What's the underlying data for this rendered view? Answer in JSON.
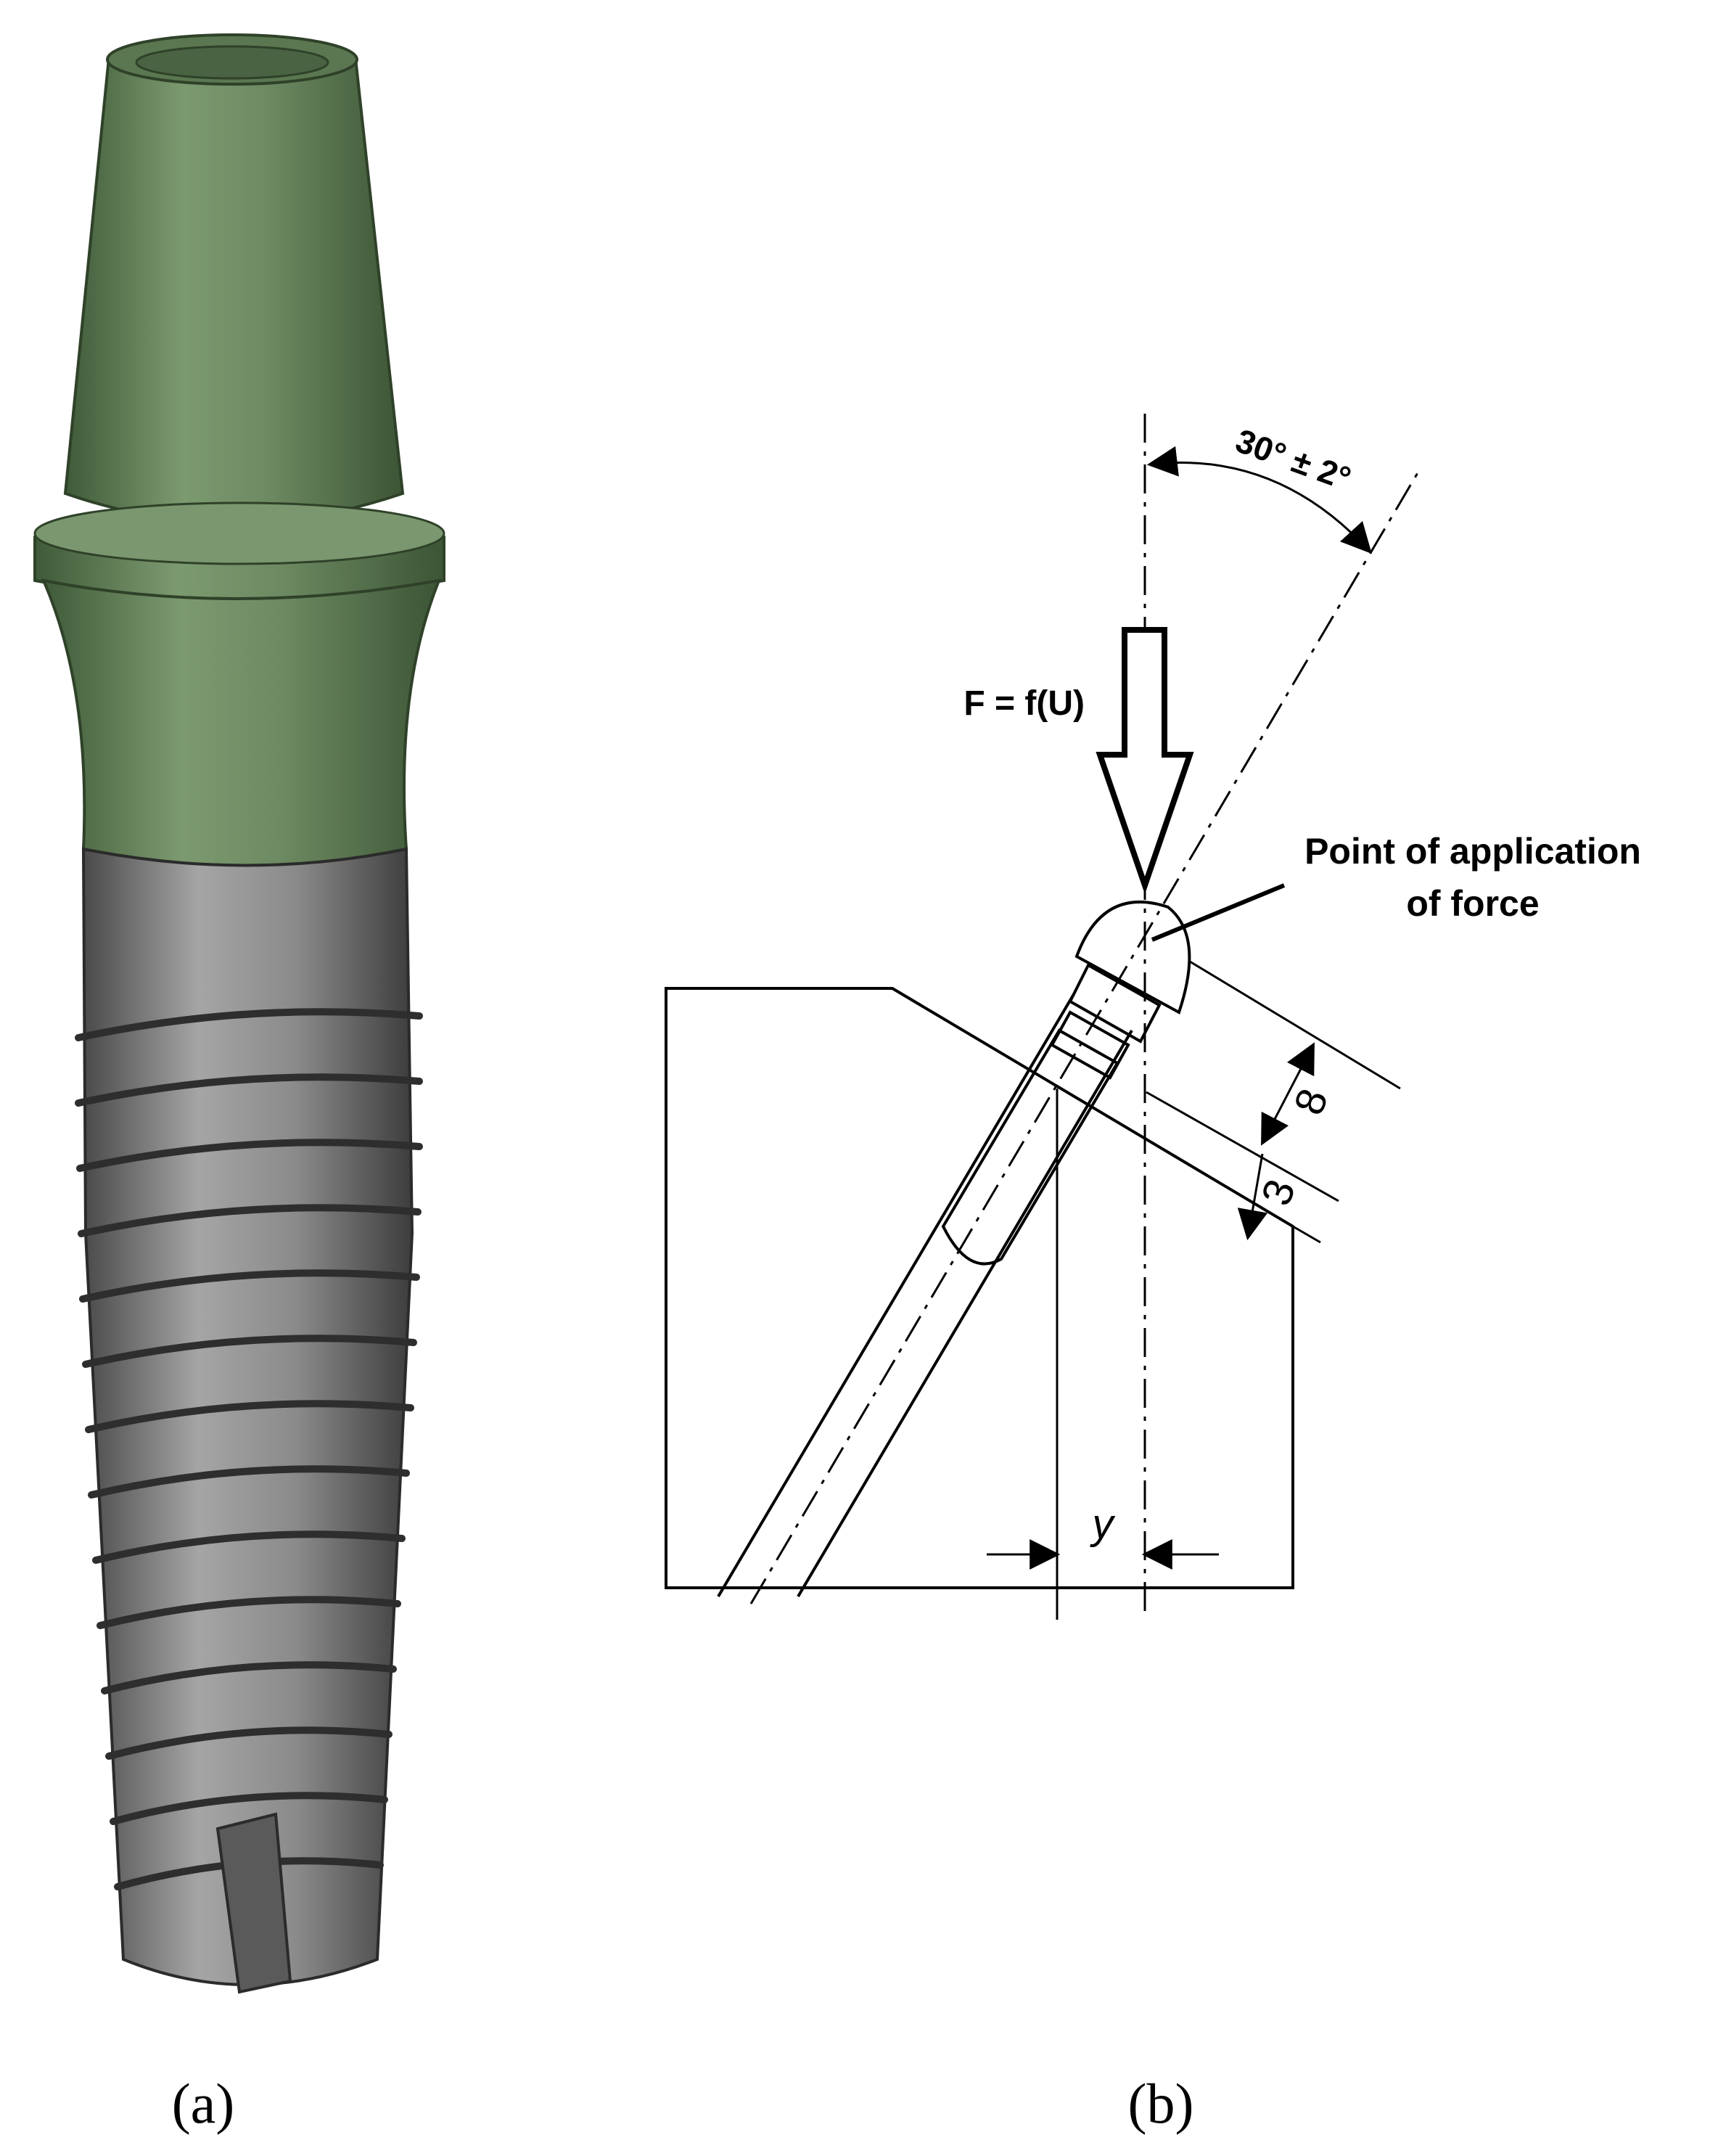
{
  "panel_a": {
    "caption": "(a)",
    "colors": {
      "abutment": "#6e8a62",
      "abutment_dark": "#4f6a46",
      "implant": "#8c8c8c",
      "implant_dark": "#555555"
    }
  },
  "panel_b": {
    "caption": "(b)",
    "angle_label": "30° ± 2°",
    "force_label": "F = f(U)",
    "point_label_line1": "Point of application",
    "point_label_line2": "of force",
    "dim_8": "8",
    "dim_3": "3",
    "dim_y": "y"
  }
}
